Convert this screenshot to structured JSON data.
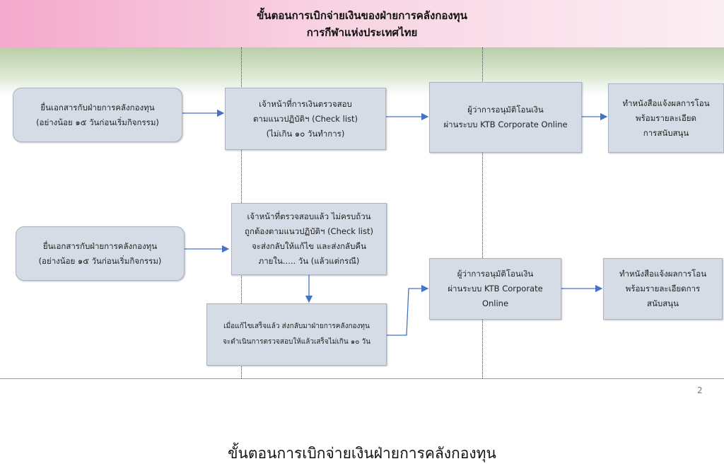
{
  "header": {
    "title_line1": "ขั้นตอนการเบิกจ่ายเงินของฝ่ายการคลังกองทุน",
    "title_line2": "การกีฬาแห่งประเทศไทย"
  },
  "row1": {
    "submit": [
      "ยื่นเอกสารกับฝ่ายการคลังกองทุน",
      "(อย่างน้อย ๑๕ วันก่อนเริ่มกิจกรรม)"
    ],
    "check": [
      "เจ้าหน้าที่การเงินตรวจสอบ",
      "ตามแนวปฏิบัติฯ (Check list)",
      "(ไม่เกิน ๑๐ วันทำการ)"
    ],
    "approve": [
      "ผู้ว่าการอนุมัติโอนเงิน",
      "ผ่านระบบ KTB Corporate Online"
    ],
    "notify": [
      "ทำหนังสือแจ้งผลการโอน",
      "พร้อมรายละเอียด",
      "การสนับสนุน"
    ]
  },
  "row2": {
    "submit": [
      "ยื่นเอกสารกับฝ่ายการคลังกองทุน",
      "(อย่างน้อย ๑๕ วันก่อนเริ่มกิจกรรม)"
    ],
    "check": [
      "เจ้าหน้าที่ตรวจสอบแล้ว ไม่ครบถ้วน",
      "ถูกต้องตามแนวปฏิบัติฯ (Check list)",
      "จะส่งกลับให้แก้ไข และส่งกลับคืน",
      "ภายใน..... วัน (แล้วแต่กรณี)"
    ],
    "resubmit": [
      "เมื่อแก้ไขเสร็จแล้ว ส่งกลับมาฝ่ายการคลังกองทุน",
      "จะดำเนินการตรวจสอบให้แล้วเสร็จไม่เกิน ๑๐ วัน"
    ],
    "approve": [
      "ผู้ว่าการอนุมัติโอนเงิน",
      "ผ่านระบบ KTB Corporate",
      "Online"
    ],
    "notify": [
      "ทำหนังสือแจ้งผลการโอน",
      "พร้อมรายละเอียดการ",
      "สนับสนุน"
    ]
  },
  "page_number": "2",
  "caption": "ขั้นตอนการเบิกจ่ายเงินฝ่ายการคลังกองทุน",
  "colors": {
    "box": "#d6dce5",
    "arrow": "#4472c4"
  }
}
